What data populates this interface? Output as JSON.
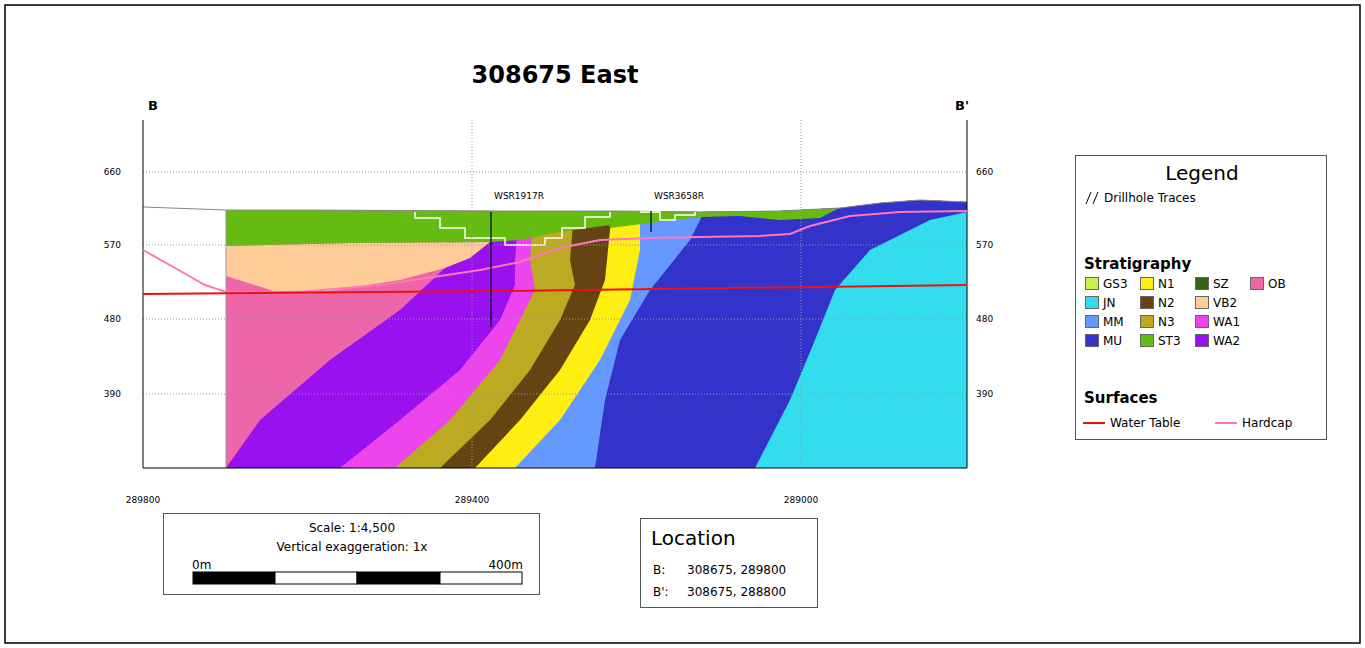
{
  "diagram": {
    "title": "308675 East",
    "nodes": [
      {
        "text": [
          "Legend",
          "Stratigraphy",
          "Surfaces"
        ]
      },
      {
        "text": [
          "Scale: 1:4,500",
          "Vertical exaggeration: 1x",
          "0m",
          "400m"
        ]
      },
      {
        "text": [
          "Location",
          "B:",
          "308675, 289800",
          "B':",
          "308675, 288800"
        ]
      }
    ],
    "labels": [
      "B",
      "B'",
      "660",
      "570",
      "480",
      "390",
      "660",
      "570",
      "480",
      "390",
      "289800",
      "289400",
      "289000",
      "WSR1917R",
      "WSR3658R"
    ],
    "legend": [
      {
        "text": "Drillhole Traces"
      },
      {
        "text": "GS3",
        "color": "#ccf04a"
      },
      {
        "text": "N1",
        "color": "#ffee11"
      },
      {
        "text": "SZ",
        "color": "#336611"
      },
      {
        "text": "OB",
        "color": "#ee66aa"
      },
      {
        "text": "JN",
        "color": "#33ddee"
      },
      {
        "text": "N2",
        "color": "#664411"
      },
      {
        "text": "VB2",
        "color": "#ffcc99"
      },
      {
        "text": "MM",
        "color": "#6699ff"
      },
      {
        "text": "N3",
        "color": "#bbaa22"
      },
      {
        "text": "WA1",
        "color": "#ee44ee"
      },
      {
        "text": "MU",
        "color": "#3333cc"
      },
      {
        "text": "ST3",
        "color": "#66bb11"
      },
      {
        "text": "WA2",
        "color": "#9911ee"
      },
      {
        "text": "Water Table"
      },
      {
        "text": "Hardcap"
      }
    ]
  }
}
